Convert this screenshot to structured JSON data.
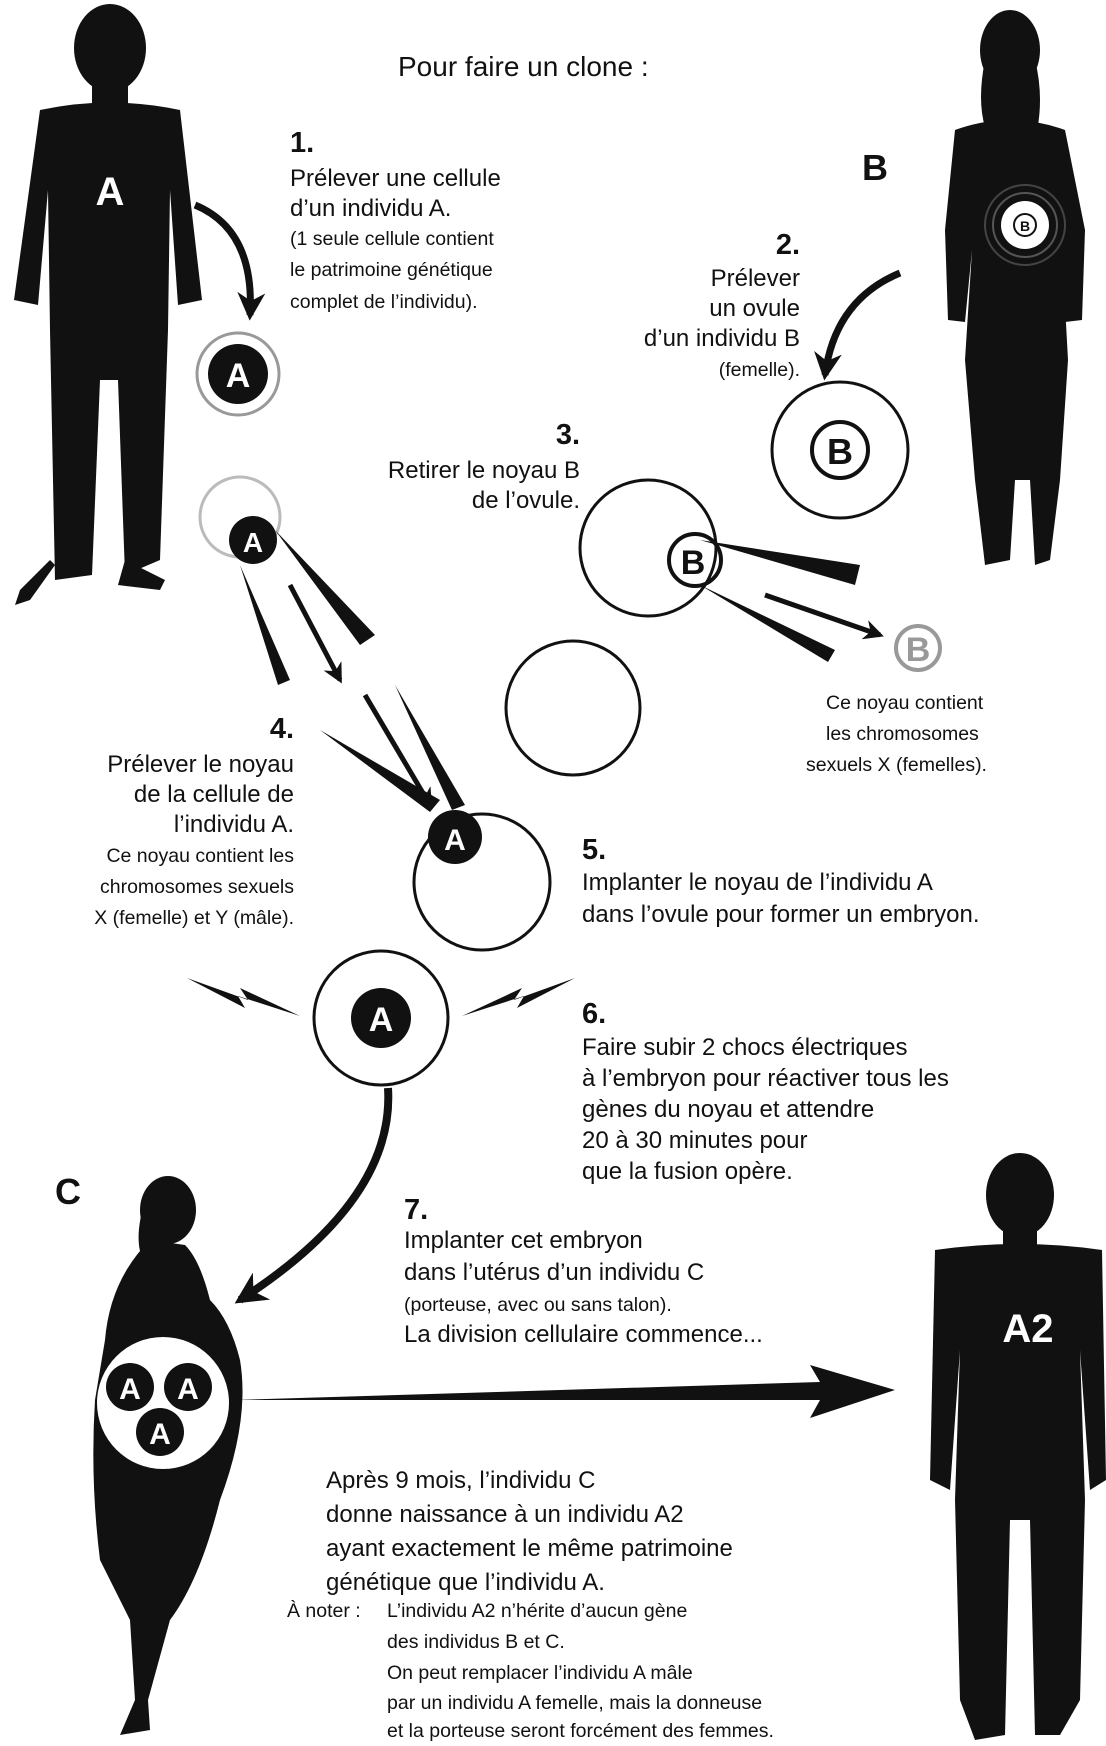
{
  "title": "Pour faire un clone :",
  "labels": {
    "a": "A",
    "b": "B",
    "c": "C",
    "a2": "A2"
  },
  "steps": [
    {
      "num": "1.",
      "text": "Prélever une cellule",
      "text2": "d’un individu A.",
      "note": "(1 seule cellule contient",
      "note2": "le patrimoine génétique",
      "note3": "complet de l’individu)."
    },
    {
      "num": "2.",
      "text": "Prélever",
      "text2": "un ovule",
      "text3": "d’un individu B",
      "note": "(femelle)."
    },
    {
      "num": "3.",
      "text": "Retirer le noyau B",
      "text2": "de l’ovule."
    },
    {
      "num": "4.",
      "text": "Prélever le noyau",
      "text2": "de la cellule de",
      "text3": "l’individu A.",
      "note": "Ce noyau contient les",
      "note2": "chromosomes sexuels",
      "note3": "X (femelle) et Y (mâle)."
    },
    {
      "num": "5.",
      "text": "Implanter le noyau de l’individu A",
      "text2": "dans l’ovule pour former un embryon."
    },
    {
      "num": "6.",
      "text": "Faire subir 2 chocs électriques",
      "text2": "à l’embryon pour réactiver tous les",
      "text3": "gènes du noyau et attendre",
      "text4": "20 à 30 minutes pour",
      "text5": "que la fusion opère."
    },
    {
      "num": "7.",
      "text": "Implanter cet embryon",
      "text2": "dans l’utérus d’un individu C",
      "note": "(porteuse, avec ou sans talon).",
      "text3": "La division cellulaire commence..."
    }
  ],
  "b_nucleus_note": {
    "line1": "Ce noyau contient",
    "line2": "les chromosomes",
    "line3": "sexuels X (femelles)."
  },
  "result": {
    "line1": "Après 9 mois, l’individu C",
    "line2": "donne naissance à un individu A2",
    "line3": "ayant exactement le même patrimoine",
    "line4": "génétique que l’individu A."
  },
  "note": {
    "prefix": "À noter :",
    "line1": "L’individu A2 n’hérite d’aucun gène",
    "line2": "des individus B et C.",
    "line3": "On peut remplacer l’individu A mâle",
    "line4": "par un individu A femelle, mais la donneuse",
    "line5": "et la porteuse seront forcément des femmes."
  },
  "colors": {
    "ink": "#111111",
    "grey": "#9a9a9a",
    "light": "#c8c8c8"
  }
}
